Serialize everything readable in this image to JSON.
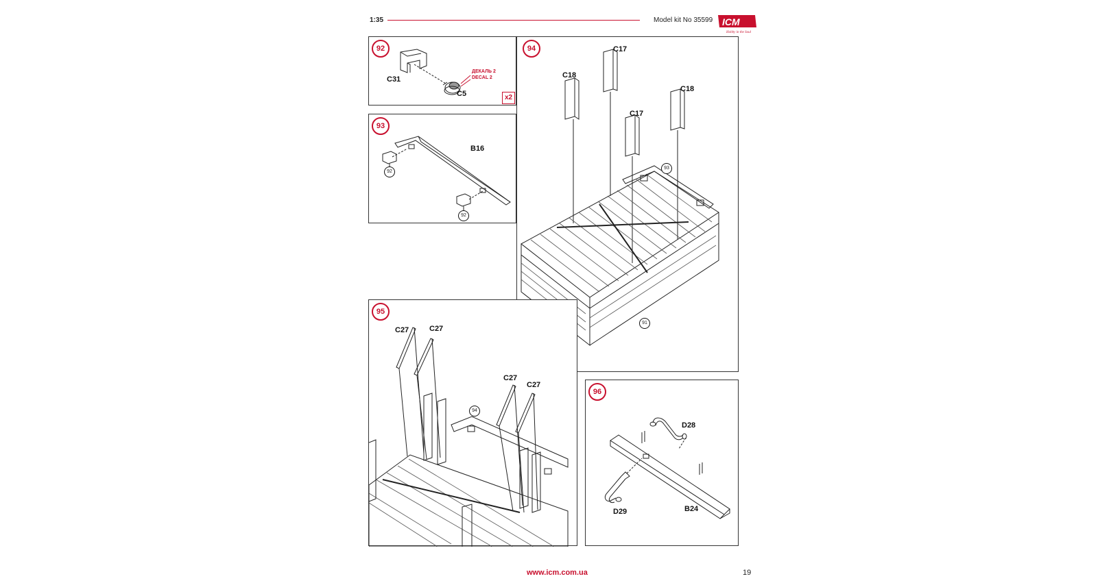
{
  "header": {
    "scale": "1:35",
    "kit_label": "Model kit No 35599",
    "logo_text": "ICM",
    "logo_tagline": "Hobby in the Soul"
  },
  "steps": [
    {
      "number": "92",
      "parts": [
        "C31",
        "C5"
      ],
      "decal": [
        "ДЕКАЛЬ 2",
        "DECAL 2"
      ],
      "multiplier": "x2"
    },
    {
      "number": "93",
      "parts": [
        "B16"
      ],
      "refs": [
        "92",
        "92"
      ]
    },
    {
      "number": "94",
      "parts": [
        "C17",
        "C18",
        "C17",
        "C18"
      ],
      "refs": [
        "93",
        "91"
      ]
    },
    {
      "number": "95",
      "parts": [
        "C27",
        "C27",
        "C27",
        "C27"
      ],
      "refs": [
        "94"
      ]
    },
    {
      "number": "96",
      "parts": [
        "D28",
        "D29",
        "B24"
      ]
    }
  ],
  "footer": {
    "url": "www.icm.com.ua",
    "page_number": "19"
  },
  "colors": {
    "accent": "#c8102e",
    "line": "#333333"
  }
}
